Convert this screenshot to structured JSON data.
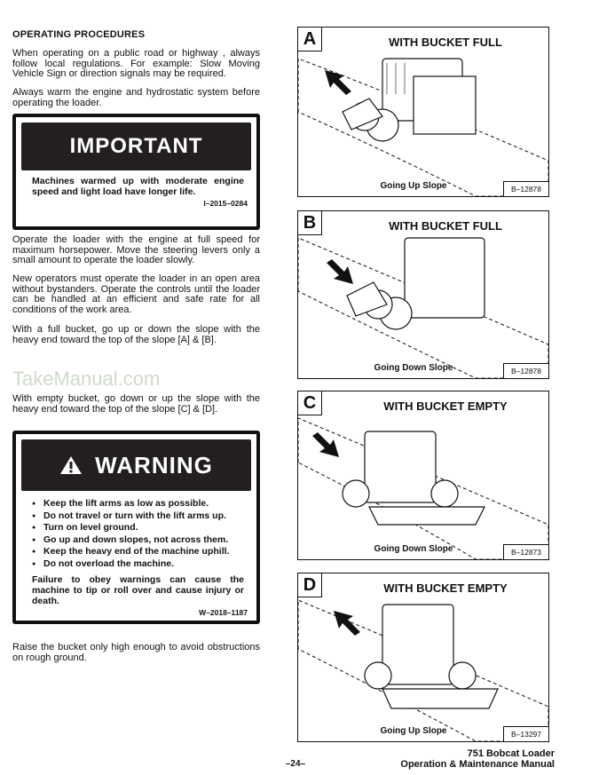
{
  "heading": "OPERATING PROCEDURES",
  "paragraphs": {
    "p1": "When operating on a public road or highway , always follow local regulations. For example: Slow Moving Vehicle Sign or direction signals may be required.",
    "p2": "Always warm the engine and hydrostatic system before operating the loader.",
    "p3": "Operate the loader with the engine at full speed for maximum horsepower. Move the steering levers only a small amount to operate the loader slowly.",
    "p4": "New operators must operate the loader in an open area without bystanders. Operate the controls until the loader can be handled at an efficient and safe rate for all conditions of the work area.",
    "p5": "With a full bucket, go up or down the slope with the heavy end toward the top of the slope [A] & [B].",
    "p6": "With empty bucket, go down or up the slope with the heavy end toward the top of the slope [C] & [D].",
    "p7": "Raise the bucket only high enough to avoid obstructions on rough ground."
  },
  "important": {
    "title": "IMPORTANT",
    "text": "Machines warmed up with moderate engine speed and light load have longer life.",
    "code": "I–2015–0284"
  },
  "warning": {
    "icon": "warning-triangle-icon",
    "title": "WARNING",
    "bullets": [
      "Keep the lift arms as low as possible.",
      "Do not travel or turn with the lift arms up.",
      "Turn on level ground.",
      "Go up and down slopes, not across them.",
      "Keep the heavy end of the machine uphill.",
      "Do not overload the machine."
    ],
    "text": "Failure to obey warnings can cause the machine to tip or roll over and cause injury or death.",
    "code": "W–2018–1187"
  },
  "watermark": "TakeManual.com",
  "figures": [
    {
      "letter": "A",
      "title": "WITH BUCKET FULL",
      "caption": "Going Up Slope",
      "ref": "B–12878"
    },
    {
      "letter": "B",
      "title": "WITH BUCKET FULL",
      "caption": "Going Down Slope",
      "ref": "B–12878"
    },
    {
      "letter": "C",
      "title": "WITH BUCKET EMPTY",
      "caption": "Going Down Slope",
      "ref": "B–12873"
    },
    {
      "letter": "D",
      "title": "WITH BUCKET EMPTY",
      "caption": "Going Up Slope",
      "ref": "B–13297"
    }
  ],
  "footer": {
    "page": "–24–",
    "line1": "751 Bobcat Loader",
    "line2": "Operation & Maintenance Manual"
  }
}
